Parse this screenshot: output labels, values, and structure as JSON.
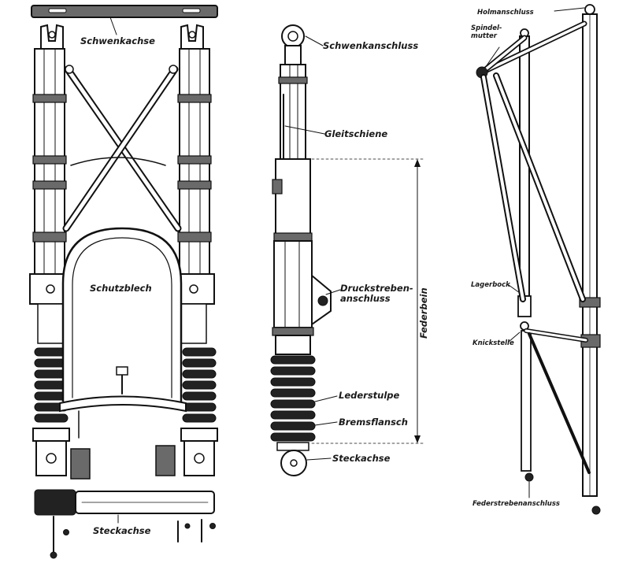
{
  "left_view": {
    "labels": {
      "top_axle": "Schwenkachse",
      "fender": "Schutzblech",
      "bottom_axle": "Steckachse"
    }
  },
  "middle_view": {
    "labels": {
      "pivot_connection": "Schwenkanschluss",
      "slide_rail": "Gleitschiene",
      "strut_connection": "Druckstreben-\nanschluss",
      "spring_leg": "Federbein",
      "leather_boot": "Lederstulpe",
      "brake_flange": "Bremsflansch",
      "plug_axle": "Steckachse"
    }
  },
  "right_view": {
    "labels": {
      "spar_connection": "Holmanschluss",
      "spindle_nut": "Spindel-\nmutter",
      "bearing_block": "Lagerbock",
      "buckling_point": "Knickstelle",
      "spring_strut_connection": "Federstrebenanschluss"
    }
  }
}
